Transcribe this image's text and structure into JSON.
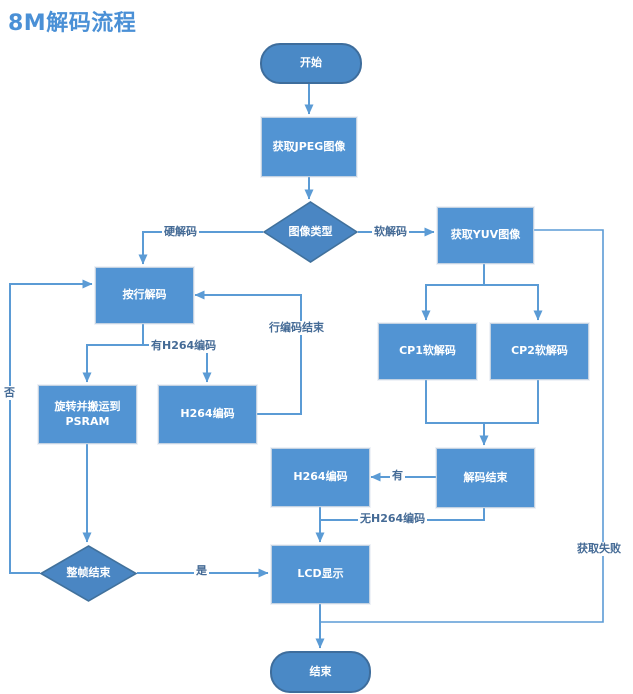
{
  "title": "8M解码流程",
  "nodes": {
    "start": {
      "label": "开始",
      "type": "terminal"
    },
    "get_jpeg": {
      "label": "获取JPEG图像",
      "type": "process"
    },
    "image_type": {
      "label": "图像类型",
      "type": "decision"
    },
    "row_decode": {
      "label": "按行解码",
      "type": "process"
    },
    "get_yuv": {
      "label": "获取YUV图像",
      "type": "process"
    },
    "cp1_decode": {
      "label": "CP1软解码",
      "type": "process"
    },
    "cp2_decode": {
      "label": "CP2软解码",
      "type": "process"
    },
    "rotate_psram": {
      "label": "旋转并搬运到PSRAM",
      "type": "process"
    },
    "h264_encode_row": {
      "label": "H264编码",
      "type": "process"
    },
    "decode_end": {
      "label": "解码结束",
      "type": "process"
    },
    "h264_encode_frame": {
      "label": "H264编码",
      "type": "process"
    },
    "frame_end": {
      "label": "整帧结束",
      "type": "decision"
    },
    "lcd_display": {
      "label": "LCD显示",
      "type": "process"
    },
    "end": {
      "label": "结束",
      "type": "terminal"
    }
  },
  "edge_labels": {
    "hard_decode": "硬解码",
    "soft_decode": "软解码",
    "row_encode_done": "行编码结束",
    "has_h264": "有H264编码",
    "yes_h264": "有",
    "no_h264": "无H264编码",
    "yes": "是",
    "no": "否",
    "get_fail": "获取失败"
  },
  "colors": {
    "process_fill": "#5294d3",
    "terminal_fill": "#4a89c6",
    "terminal_border": "#3e6d9c",
    "decision_fill": "#4a86c3",
    "decision_border": "#41719c",
    "connector": "#5b9bd5",
    "edge_label_text": "#456b96",
    "title_text": "#4a90d6",
    "node_text": "#ffffff"
  }
}
